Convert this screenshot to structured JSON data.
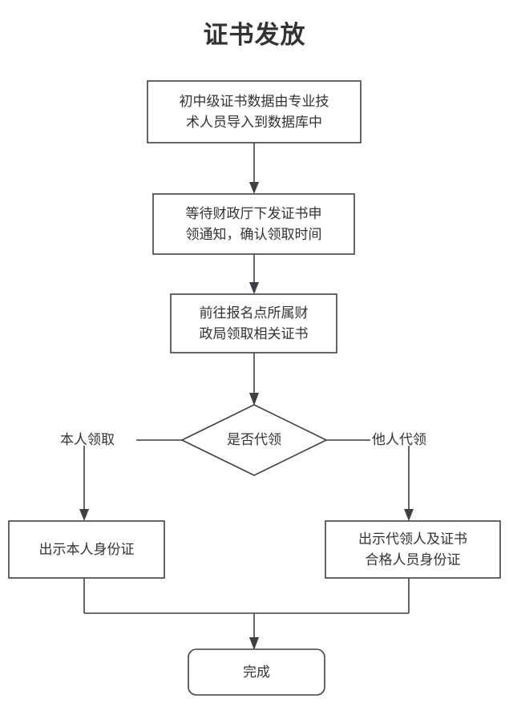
{
  "diagram": {
    "title": "证书发放",
    "type": "flowchart",
    "orientation": "top-to-bottom",
    "nodes": [
      {
        "id": "n1",
        "shape": "rectangle",
        "text": "初中级证书数据由专业技\n术人员导入到数据库中"
      },
      {
        "id": "n2",
        "shape": "rectangle",
        "text": "等待财政厅下发证书申\n领通知，确认领取时间"
      },
      {
        "id": "n3",
        "shape": "rectangle",
        "text": "前往报名点所属财\n政局领取相关证书"
      },
      {
        "id": "n4",
        "shape": "diamond",
        "text": "是否代领"
      },
      {
        "id": "n5",
        "shape": "rectangle",
        "text": "出示本人身份证"
      },
      {
        "id": "n6",
        "shape": "rectangle",
        "text": "出示代领人及证书\n合格人员身份证"
      },
      {
        "id": "n7",
        "shape": "rounded-rectangle",
        "text": "完成"
      }
    ],
    "edge_labels": [
      {
        "id": "e-left",
        "text": "本人领取"
      },
      {
        "id": "e-right",
        "text": "他人代领"
      }
    ],
    "colors": {
      "stroke": "#3f3f46",
      "text": "#333333",
      "fill": "#ffffff",
      "background": "#ffffff"
    }
  }
}
